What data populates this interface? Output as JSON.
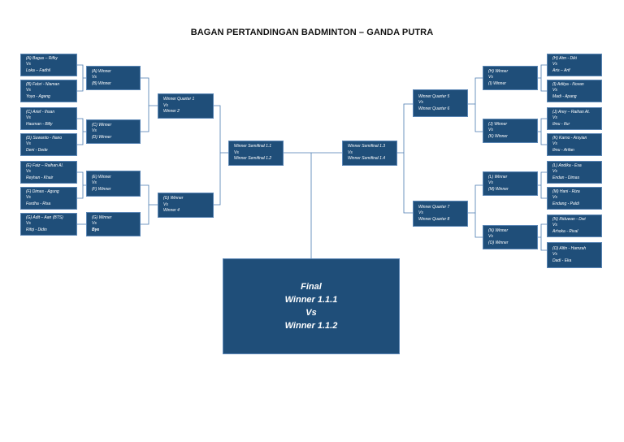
{
  "title": "BAGAN PERTANDINGAN BADMINTON – GANDA PUTRA",
  "left": {
    "round1": [
      [
        "(A) Bagas – Rifky",
        "Vs",
        "Loka – Fadhil"
      ],
      [
        "(B) Febri - Niaman",
        "Vs",
        "Yoyo - Agang"
      ],
      [
        "(C) Arief - Ihsan",
        "Vs",
        "Hauman - Billy"
      ],
      [
        "(D) Suwanto - Nano",
        "Vs",
        "Deni - Dede"
      ],
      [
        "(E) Faiz – Raihan Al.",
        "Vs",
        "Reyhan - Khair"
      ],
      [
        "(F) Dimas - Agung",
        "Vs",
        "Fardha - Risa"
      ],
      [
        "(G) Adit – Aan (BTS)",
        "Vs",
        "Rifqi - Didin"
      ]
    ],
    "round2": [
      [
        "(A) Winner",
        "Vs",
        "(B) Winner"
      ],
      [
        "(C) Winner",
        "Vs",
        "(D) Winner"
      ],
      [
        "(E) Winner",
        "Vs",
        "(F) Winner"
      ],
      [
        "(G) Winner",
        "Vs",
        "Bye"
      ]
    ],
    "quarter": [
      [
        "Winner Quarter 1",
        "Vs",
        "Winner 2"
      ],
      [
        "(G) Winner",
        "Vs",
        "Winner 4"
      ]
    ],
    "semi": [
      "Winner Semifinal 1.1",
      "Vs",
      "Winner Semifinal 1.2"
    ]
  },
  "right": {
    "round1": [
      [
        "(H) Atm - Diki",
        "Vs",
        "Aris – Arif"
      ],
      [
        "(I) Aditya - Novan",
        "Vs",
        "Madi - Apang"
      ],
      [
        "(J) Arey – Raihan At.",
        "Vs",
        "Ilmu - Ifur"
      ],
      [
        "(K) Karno - Arsyian",
        "Vs",
        "Ilmu - Arifan"
      ],
      [
        "(L) Andika - Esa",
        "Vs",
        "Endan - Dimas"
      ],
      [
        "(M) Hani - Riza",
        "Vs",
        "Endang - Paldi"
      ],
      [
        "(N) Riduwan - Dwi",
        "Vs",
        "Arhoka - Rival"
      ],
      [
        "(O) Alfin - Hamzah",
        "Vs",
        "Dadi - Eka"
      ]
    ],
    "round2": [
      [
        "(H) Winner",
        "Vs",
        "(I) Winner"
      ],
      [
        "(J) Winner",
        "Vs",
        "(K) Winner"
      ],
      [
        "(L) Winner",
        "Vs",
        "(M) Winner"
      ],
      [
        "(N) Winner",
        "Vs",
        "(O) Winner"
      ]
    ],
    "quarter": [
      [
        "Winner Quarter 5",
        "Vs",
        "Winner Quarter 6"
      ],
      [
        "Winner Quarter 7",
        "Vs",
        "Winner Quarter 8"
      ]
    ],
    "semi": [
      "Winner Semifinal 1.3",
      "Vs",
      "Winner Semifinal 1.4"
    ]
  },
  "final": {
    "label": "Final",
    "team1": "Winner 1.1.1",
    "vs": "Vs",
    "team2": "Winner 1.1.2"
  }
}
